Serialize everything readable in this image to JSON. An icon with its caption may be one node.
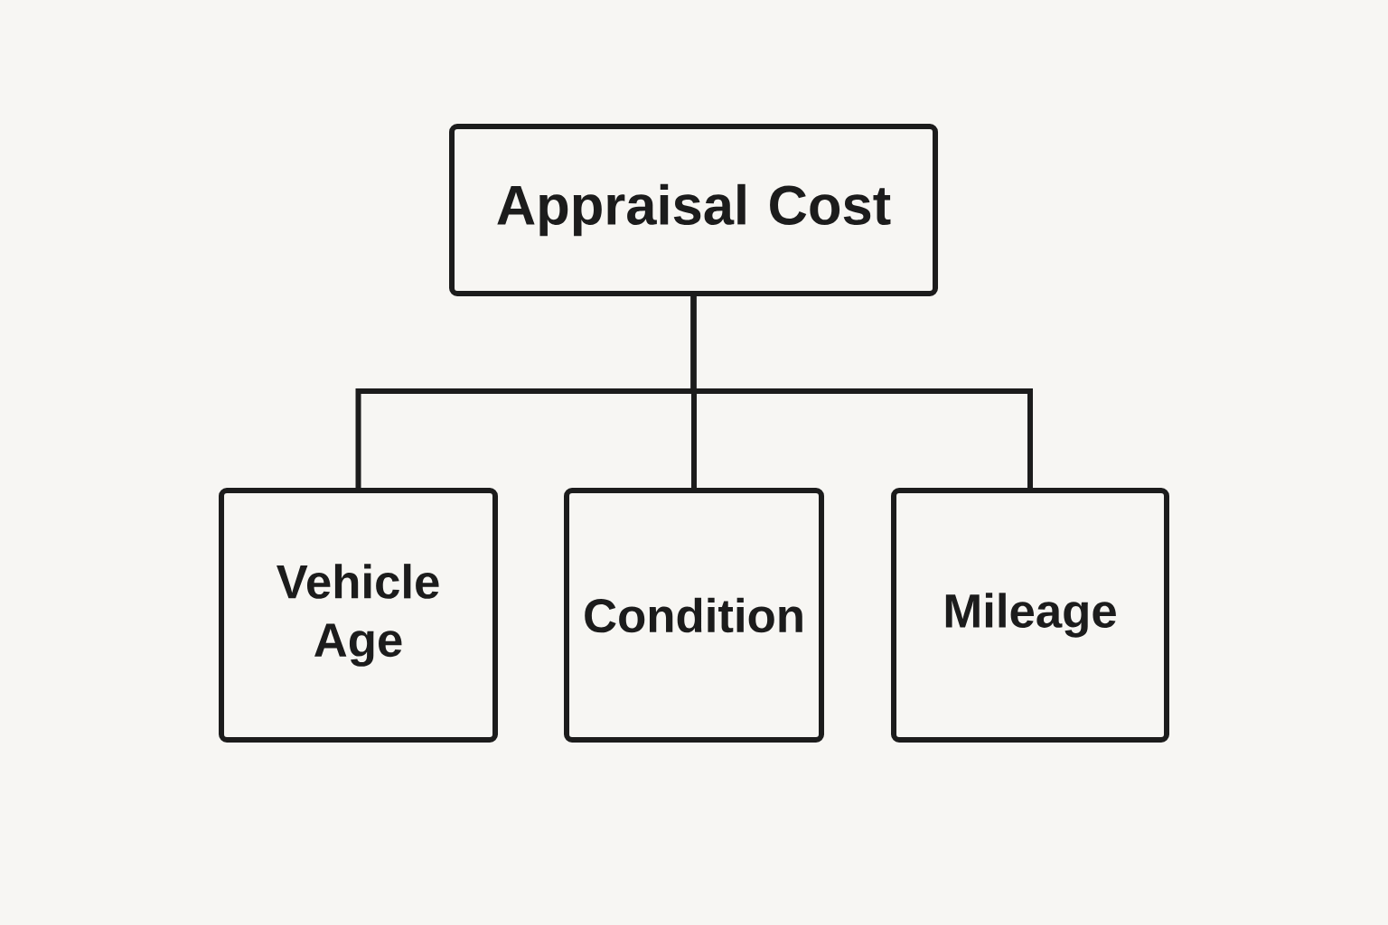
{
  "diagram": {
    "nodes": [
      {
        "text": [
          "Appraisal Cost"
        ]
      },
      {
        "text": [
          "Vehicle Age"
        ]
      },
      {
        "text": [
          "Condition"
        ]
      },
      {
        "text": [
          "Mileage"
        ]
      }
    ],
    "edges": [
      {
        "from": 0,
        "to": 1,
        "arrow": "none"
      },
      {
        "from": 0,
        "to": 2,
        "arrow": "none"
      },
      {
        "from": 0,
        "to": 3,
        "arrow": "none"
      }
    ]
  }
}
